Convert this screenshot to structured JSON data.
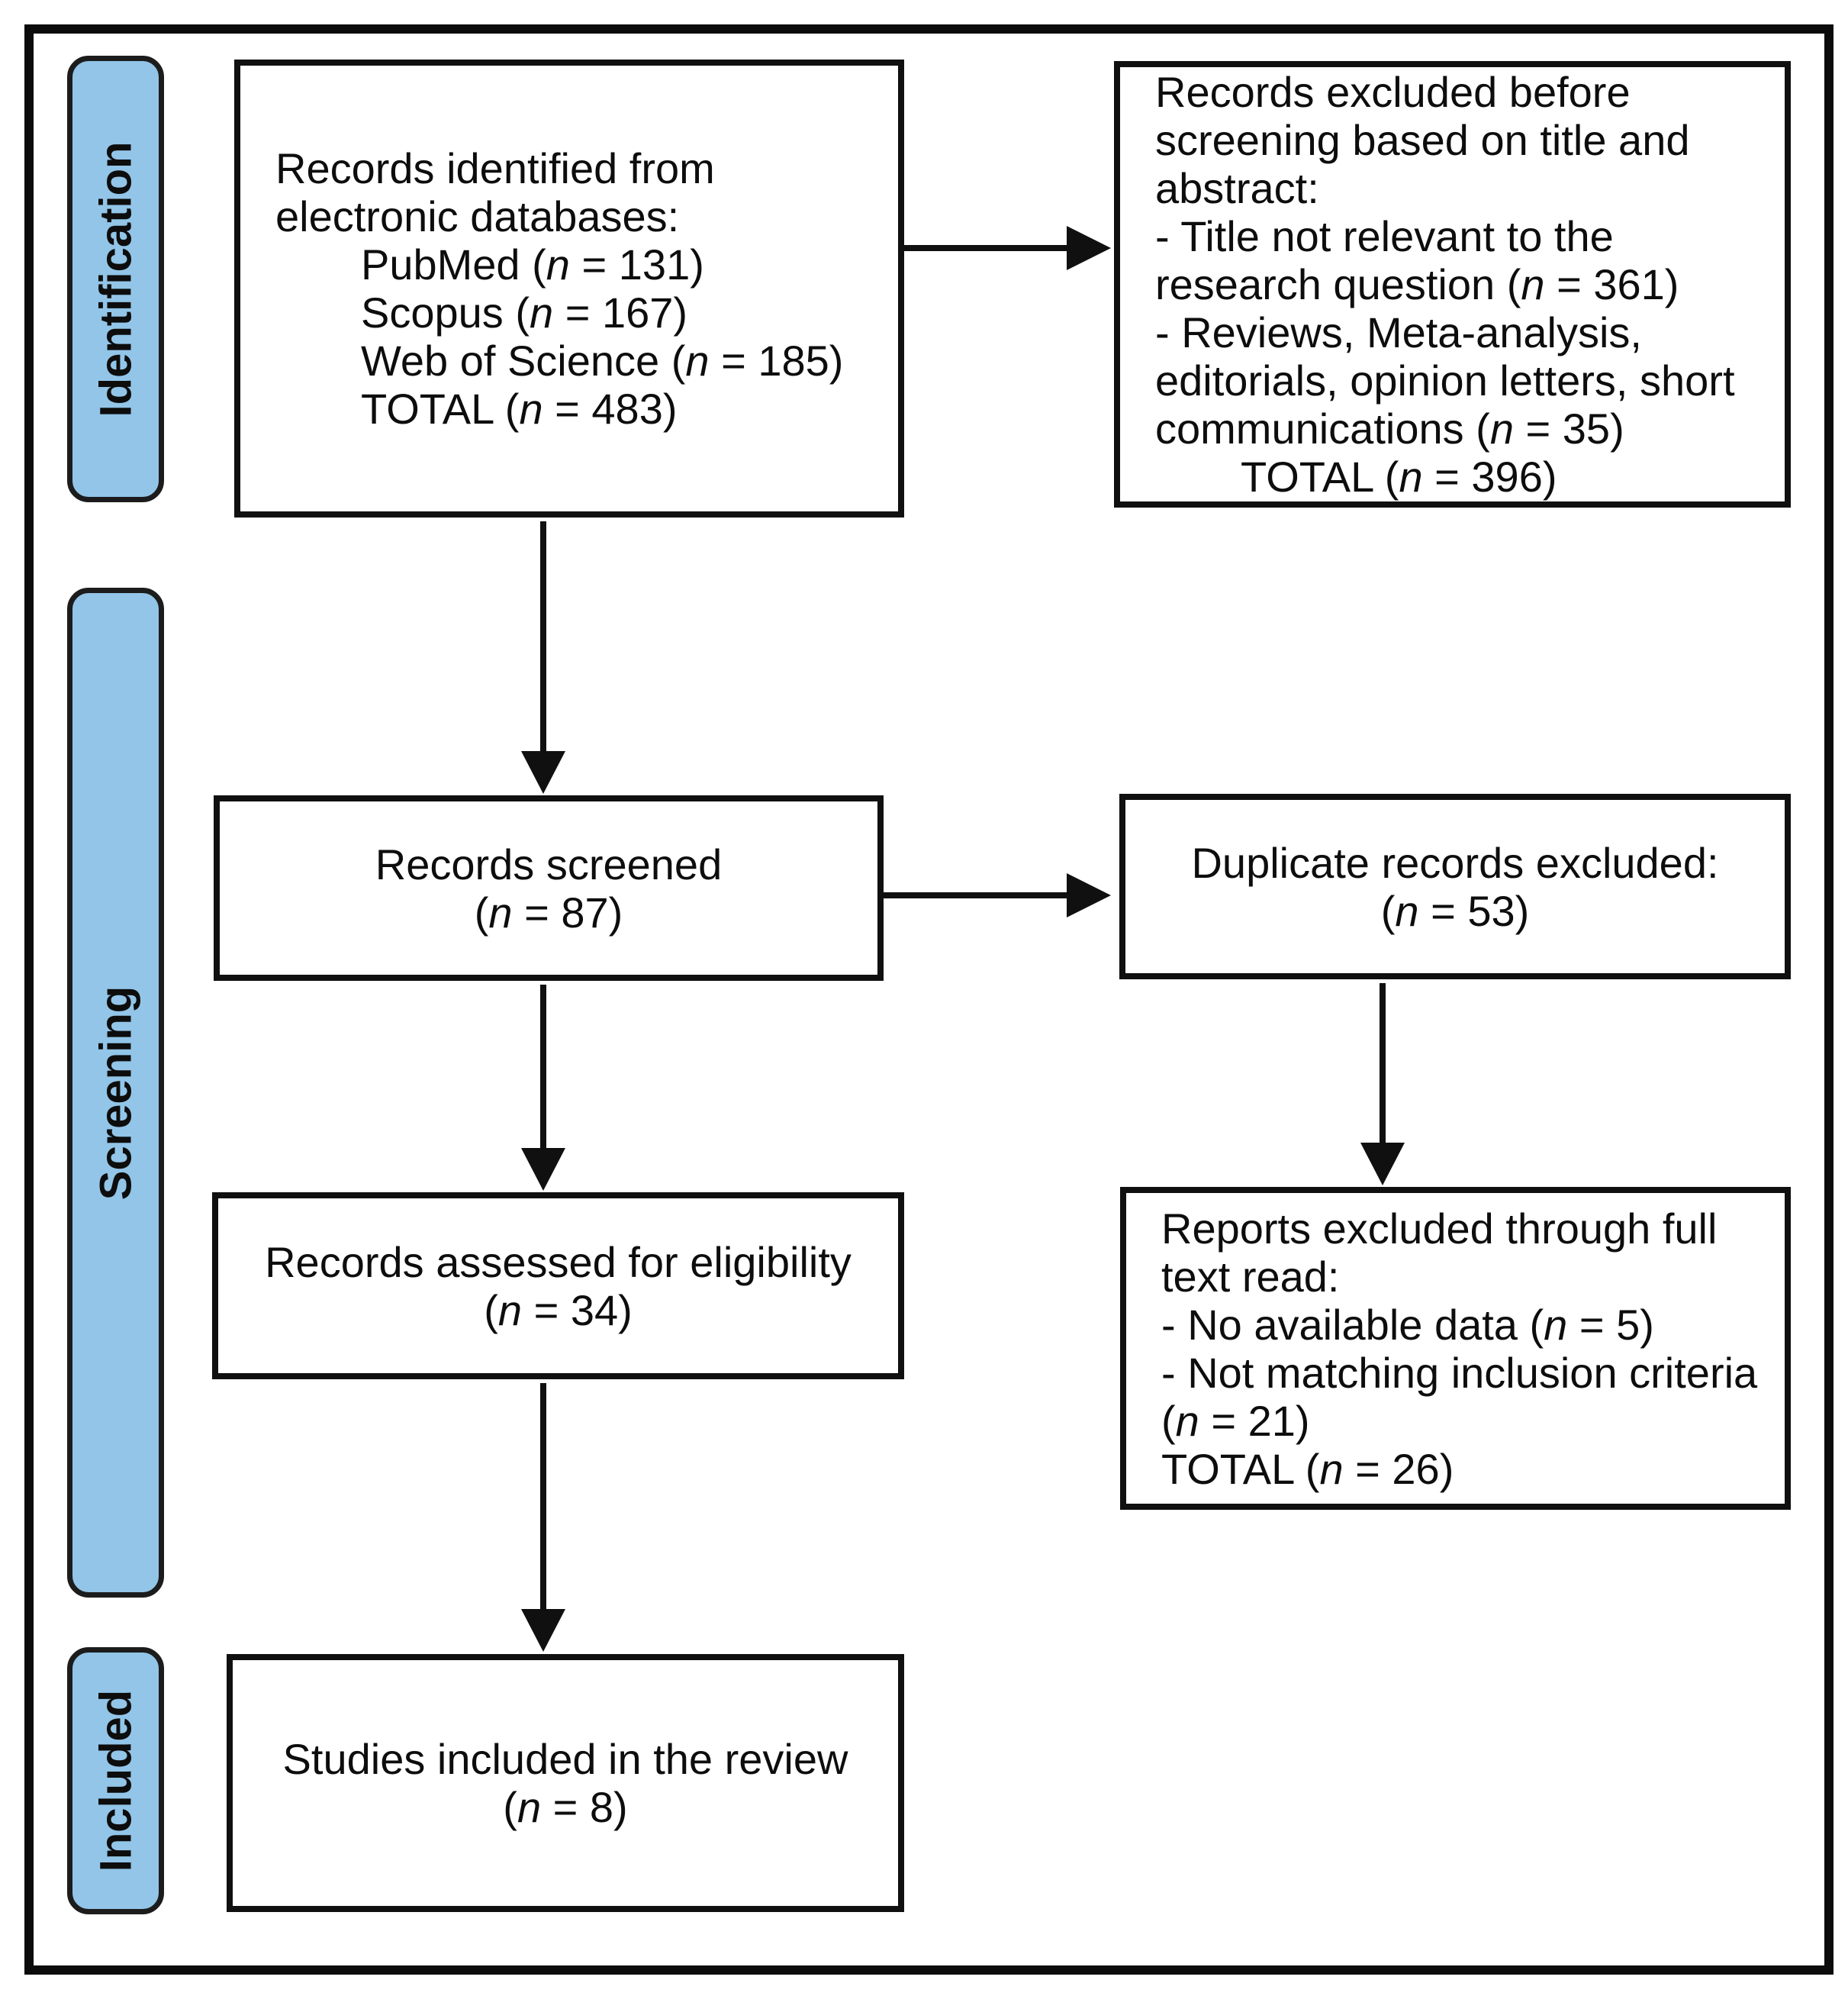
{
  "diagram": {
    "type": "prisma-flow",
    "stages": [
      {
        "id": "identification",
        "label": "Identification"
      },
      {
        "id": "screening",
        "label": "Screening"
      },
      {
        "id": "included",
        "label": "Included"
      }
    ],
    "boxes": {
      "records_identified": {
        "align": "left",
        "lines": [
          {
            "t": "Records identified from"
          },
          {
            "t": "electronic databases:"
          },
          {
            "t": "PubMed (n = 131)",
            "ind": true
          },
          {
            "t": "Scopus (n = 167)",
            "ind": true
          },
          {
            "t": "Web of Science (n = 185)",
            "ind": true
          },
          {
            "t": "TOTAL (n = 483)",
            "ind": true
          }
        ]
      },
      "excluded_before_screening": {
        "align": "left",
        "lines": [
          {
            "t": "Records excluded before"
          },
          {
            "t": "screening based on title and"
          },
          {
            "t": "abstract:"
          },
          {
            "t": "- Title not relevant to the"
          },
          {
            "t": "research question (n = 361)"
          },
          {
            "t": "- Reviews, Meta-analysis,"
          },
          {
            "t": "editorials, opinion letters, short"
          },
          {
            "t": "communications (n = 35)"
          },
          {
            "t": "TOTAL (n = 396)",
            "ind": true
          }
        ]
      },
      "records_screened": {
        "align": "center",
        "lines": [
          {
            "t": "Records screened"
          },
          {
            "t": "(n = 87)"
          }
        ]
      },
      "duplicates_excluded": {
        "align": "center",
        "lines": [
          {
            "t": "Duplicate records excluded:"
          },
          {
            "t": "(n = 53)"
          }
        ]
      },
      "records_assessed": {
        "align": "center",
        "lines": [
          {
            "t": "Records assessed for eligibility"
          },
          {
            "t": "(n = 34)"
          }
        ]
      },
      "excluded_full_text": {
        "align": "left",
        "lines": [
          {
            "t": "Reports excluded through full"
          },
          {
            "t": "text read:"
          },
          {
            "t": "- No available data (n = 5)"
          },
          {
            "t": "- Not matching inclusion criteria"
          },
          {
            "t": "(n = 21)"
          },
          {
            "t": "TOTAL (n = 26)"
          }
        ]
      },
      "studies_included": {
        "align": "center",
        "lines": [
          {
            "t": "Studies included in the review"
          },
          {
            "t": "(n = 8)"
          }
        ]
      }
    },
    "counts": {
      "pubmed": 131,
      "scopus": 167,
      "web_of_science": 185,
      "identified_total": 483,
      "title_not_relevant": 361,
      "reviews_meta_editorials": 35,
      "excluded_before_screening_total": 396,
      "records_screened": 87,
      "duplicates_excluded": 53,
      "records_assessed": 34,
      "no_available_data": 5,
      "not_matching_inclusion": 21,
      "excluded_full_text_total": 26,
      "studies_included": 8
    },
    "colors": {
      "stage_fill": "#92c5e8",
      "stage_border": "#1c1c1c",
      "box_border": "#101010",
      "arrow": "#101010",
      "background": "#ffffff"
    }
  }
}
